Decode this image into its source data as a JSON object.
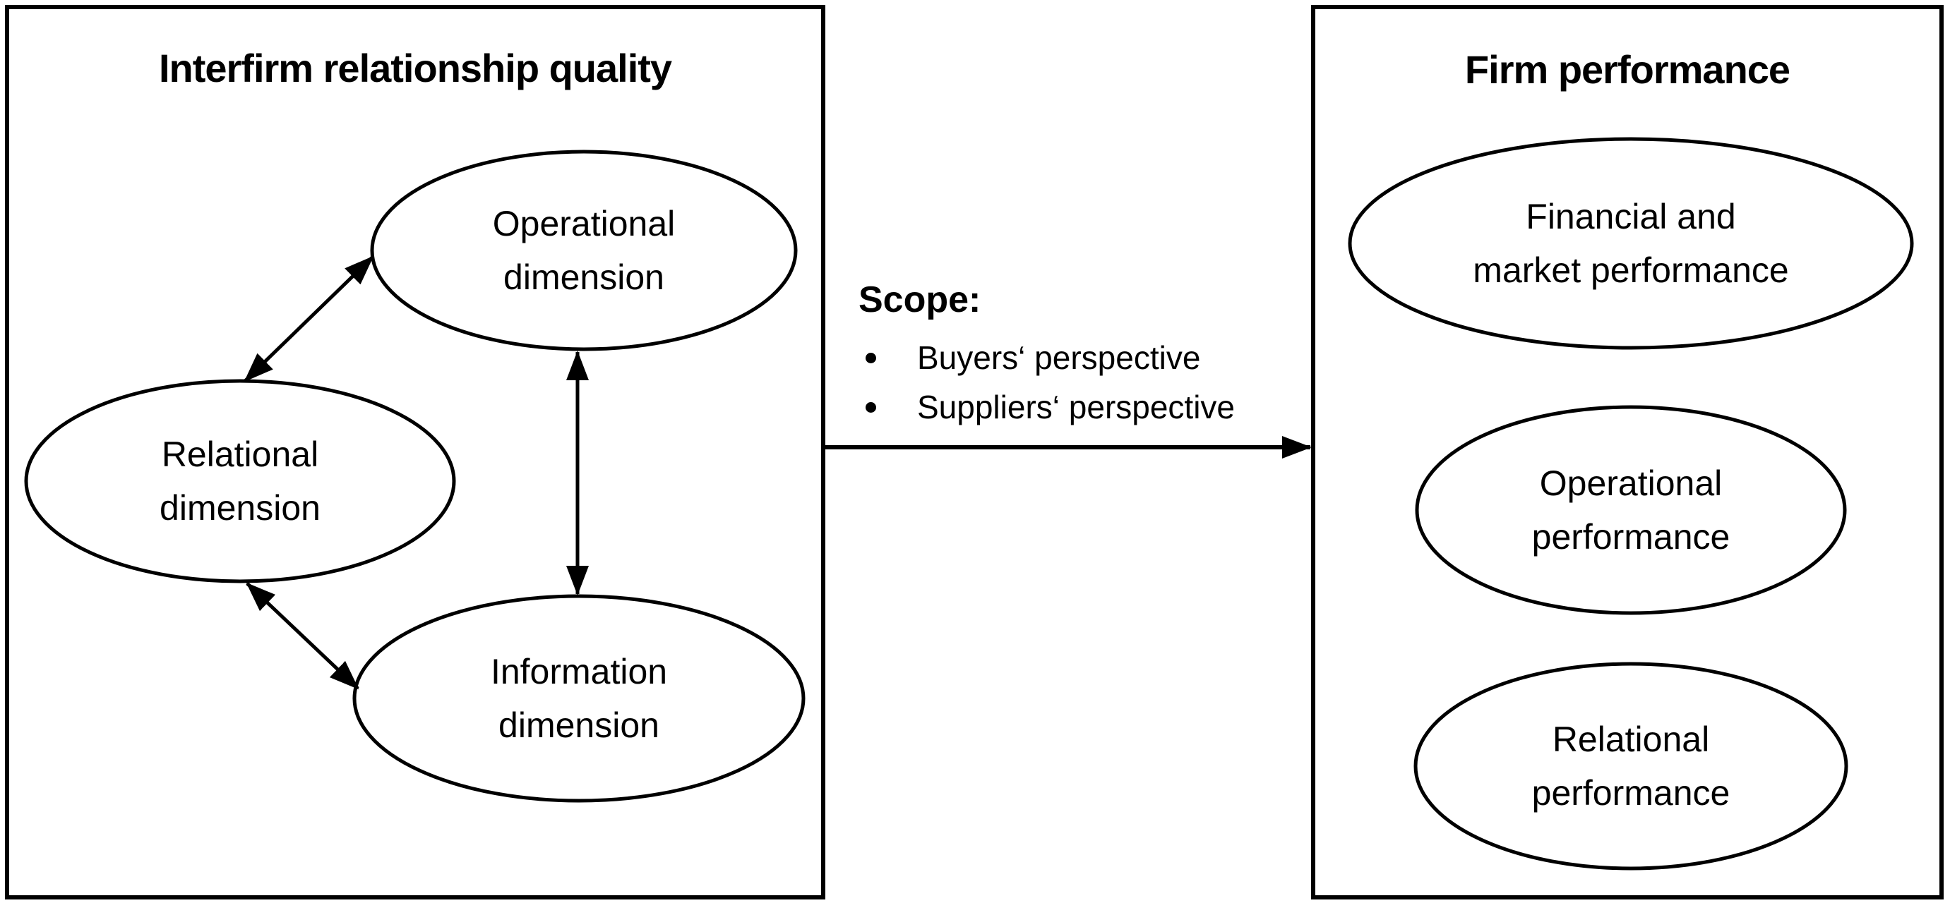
{
  "diagram": {
    "colors": {
      "stroke": "#000000",
      "background": "#ffffff"
    },
    "left_box": {
      "title": "Interfirm relationship quality",
      "nodes": [
        {
          "id": "operational-dimension",
          "lines": [
            "Operational",
            "dimension"
          ]
        },
        {
          "id": "relational-dimension",
          "lines": [
            "Relational",
            "dimension"
          ]
        },
        {
          "id": "information-dimension",
          "lines": [
            "Information",
            "dimension"
          ]
        }
      ]
    },
    "right_box": {
      "title": "Firm performance",
      "nodes": [
        {
          "id": "financial-market-performance",
          "lines": [
            "Financial and",
            "market performance"
          ]
        },
        {
          "id": "operational-performance",
          "lines": [
            "Operational",
            "performance"
          ]
        },
        {
          "id": "relational-performance",
          "lines": [
            "Relational",
            "performance"
          ]
        }
      ]
    },
    "scope": {
      "title": "Scope:",
      "items": [
        "Buyers‘ perspective",
        "Suppliers‘ perspective"
      ]
    }
  }
}
